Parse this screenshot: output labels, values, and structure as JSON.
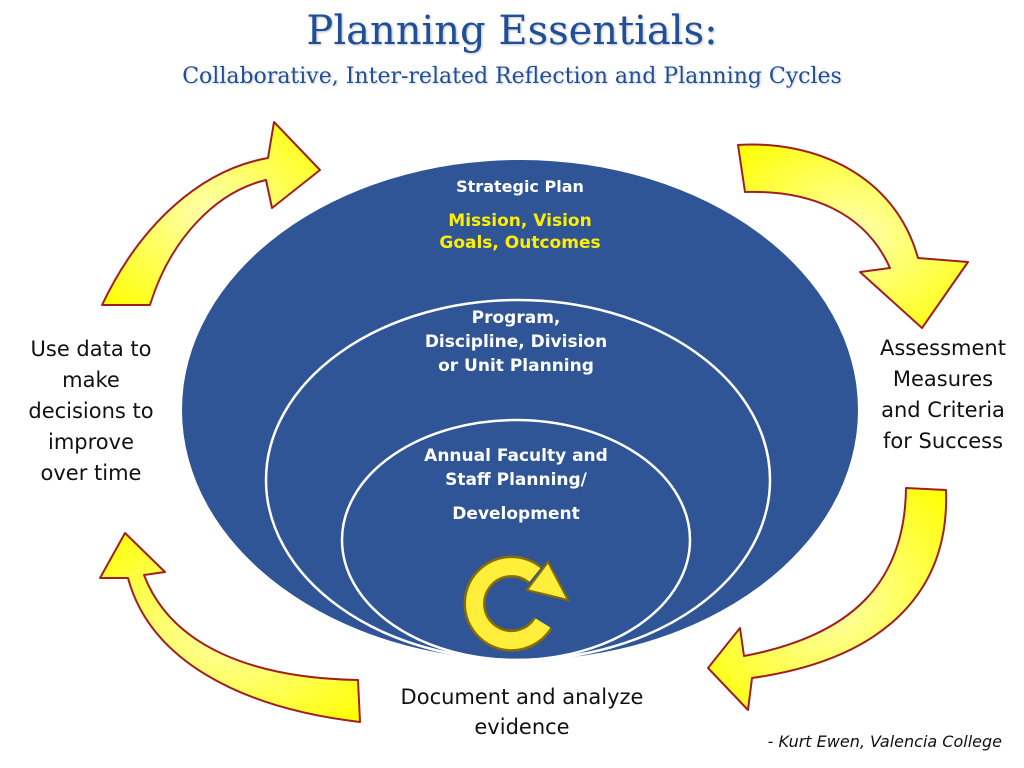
{
  "title": "Planning Essentials:",
  "subtitle": "Collaborative, Inter-related Reflection and  Planning Cycles",
  "strategic": {
    "heading": "Strategic Plan",
    "line1": "Mission, Vision",
    "line2": "Goals, Outcomes"
  },
  "program": {
    "line1": "Program,",
    "line2": "Discipline, Division",
    "line3": "or Unit Planning"
  },
  "annual": {
    "line1": "Annual Faculty and",
    "line2": "Staff Planning/",
    "line3": "Development"
  },
  "cycle_labels": {
    "left": [
      "Use data to",
      "make",
      "decisions to",
      "improve",
      "over time"
    ],
    "right": [
      "Assessment",
      "Measures",
      "and Criteria",
      "for Success"
    ],
    "bottom": [
      "Document and analyze",
      "evidence"
    ]
  },
  "credit": "- Kurt Ewen, Valencia College",
  "colors": {
    "title": "#1f4f99",
    "ellipse_fill": "#2f5597",
    "highlight_text": "#ffee00",
    "arrow_fill": "#ffff1a",
    "arrow_stroke": "#a02020"
  }
}
